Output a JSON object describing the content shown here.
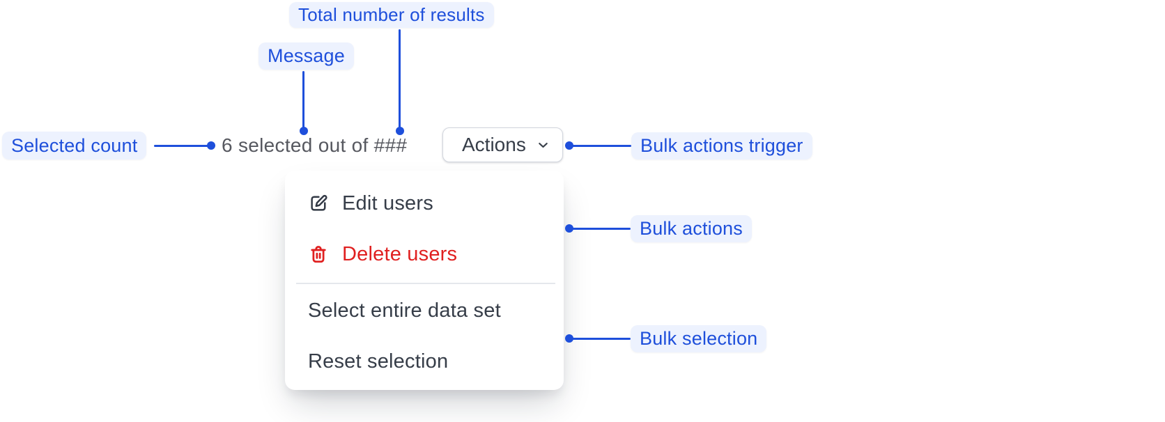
{
  "colors": {
    "bg": "#ffffff",
    "blue": "#1e4fdb",
    "pill-bg": "#edf2fe",
    "text-dark": "#363d48",
    "text-gray": "#56585f",
    "danger": "#e02020",
    "btn-border": "#d2d6de",
    "divider": "#e4e7ec"
  },
  "annotations": {
    "total_results": "Total number of results",
    "message": "Message",
    "selected_count": "Selected count",
    "bulk_actions_trigger": "Bulk actions trigger",
    "bulk_actions": "Bulk actions",
    "bulk_selection": "Bulk selection"
  },
  "component": {
    "message": "6 selected out of ###",
    "actions_button": {
      "label": "Actions",
      "icon": "chevron-down-icon"
    },
    "menu": {
      "items": [
        {
          "label": "Edit users",
          "icon": "edit-icon",
          "variant": "default"
        },
        {
          "label": "Delete users",
          "icon": "trash-icon",
          "variant": "danger"
        },
        {
          "type": "divider"
        },
        {
          "label": "Select entire data set",
          "variant": "default"
        },
        {
          "label": "Reset selection",
          "variant": "default"
        }
      ]
    }
  }
}
